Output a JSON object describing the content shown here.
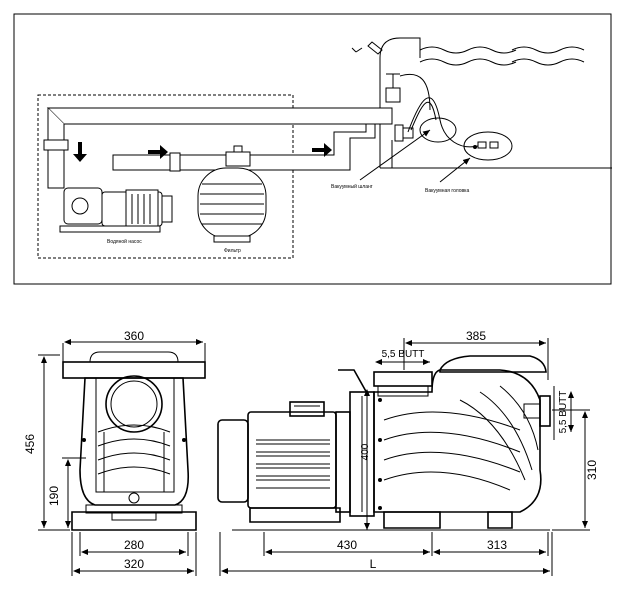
{
  "installation": {
    "labels": {
      "pump": "Водяной насос",
      "filter": "Фильтр",
      "vacuum_hose": "Вакуумный шланг",
      "vacuum_head": "Вакуумная головка"
    }
  },
  "drawing": {
    "front": {
      "width_top": "360",
      "height_total": "456",
      "height_axis": "190",
      "base_inner": "280",
      "base_outer": "320"
    },
    "side": {
      "length_right": "385",
      "inlet_label": "5,5 BUTT",
      "outlet_label": "5,5 BUTT",
      "height_mid": "400",
      "outlet_height": "310",
      "base_left": "430",
      "base_right": "313",
      "total_length": "L"
    }
  }
}
